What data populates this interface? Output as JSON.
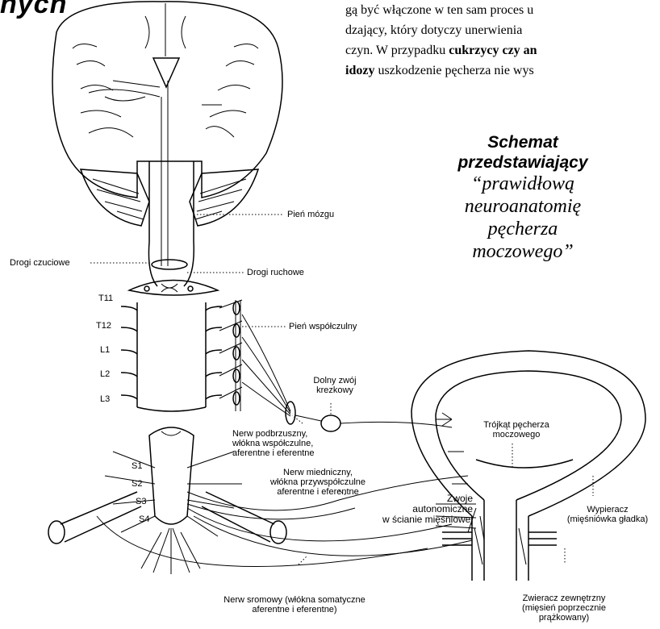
{
  "header": {
    "heading_fragment": "nych"
  },
  "body_text": {
    "line1": "gą być włączone w ten sam proces u",
    "line2": "dzający, który dotyczy unerwienia",
    "line3": "czyn. W przypadku ",
    "line3_bold": "cukrzycy czy an",
    "line4_bold": "idozy",
    "line4": " uszkodzenie pęcherza nie wys"
  },
  "caption": {
    "line1": "Schemat",
    "line2": "przedstawiający",
    "line3": "“prawidłową",
    "line4": "neuroanatomię",
    "line5": "pęcherza",
    "line6": "moczowego”"
  },
  "labels": {
    "brainstem": "Pień mózgu",
    "sensory_tracts": "Drogi czuciowe",
    "motor_tracts": "Drogi ruchowe",
    "t11": "T11",
    "t12": "T12",
    "l1": "L1",
    "l2": "L2",
    "l3": "L3",
    "sympathetic_trunk": "Pień współczulny",
    "inferior_ganglion_1": "Dolny zwój",
    "inferior_ganglion_2": "krezkowy",
    "hypogastric_1": "Nerw podbrzuszny,",
    "hypogastric_2": "włókna współczulne,",
    "hypogastric_3": "aferentne i eferentne",
    "trigone_1": "Trójkąt pęcherza",
    "trigone_2": "moczowego",
    "s1": "S1",
    "s2": "S2",
    "s3": "S3",
    "s4": "S4",
    "pelvic_1": "Nerw miedniczny,",
    "pelvic_2": "włókna przywspółczulne",
    "pelvic_3": "aferentne i eferentne",
    "ganglia_1": "Zwoje",
    "ganglia_2": "autonomiczne",
    "ganglia_3": "w ścianie mięśniowej",
    "detrusor_1": "Wypieracz",
    "detrusor_2": "(mięśniówka gładka)",
    "pudendal_1": "Nerw sromowy (włókna somatyczne",
    "pudendal_2": "aferentne i eferentne)",
    "sphincter_1": "Zwieracz zewnętrzny",
    "sphincter_2": "(mięsień poprzecznie",
    "sphincter_3": "prążkowany)"
  },
  "colors": {
    "ink": "#000000",
    "paper": "#ffffff"
  }
}
